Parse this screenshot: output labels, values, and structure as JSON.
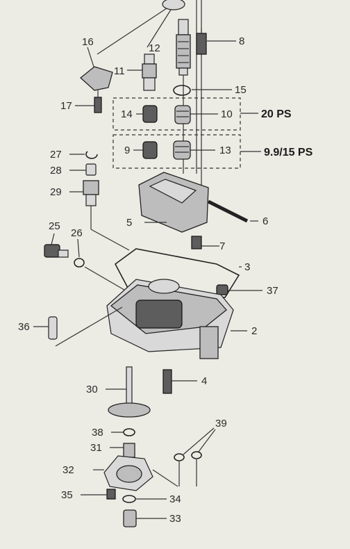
{
  "labels": {
    "l16": "16",
    "l8": "8",
    "l12": "12",
    "l11": "11",
    "l15": "15",
    "l17": "17",
    "l14": "14",
    "l10": "10",
    "l9": "9",
    "l13": "13",
    "l27": "27",
    "l28": "28",
    "l29": "29",
    "l5": "5",
    "l6": "6",
    "l25": "25",
    "l26": "26",
    "l7": "7",
    "l3": "3",
    "l37": "37",
    "l36": "36",
    "l2": "2",
    "l4": "4",
    "l30": "30",
    "l38": "38",
    "l39": "39",
    "l31": "31",
    "l32": "32",
    "l35": "35",
    "l34": "34",
    "l33": "33"
  },
  "groups": {
    "group_20ps": "20 PS",
    "group_9915ps": "9.9/15 PS"
  },
  "colors": {
    "background": "#ecebe4",
    "line": "#333333",
    "part_fill": "#bdbdbd"
  }
}
